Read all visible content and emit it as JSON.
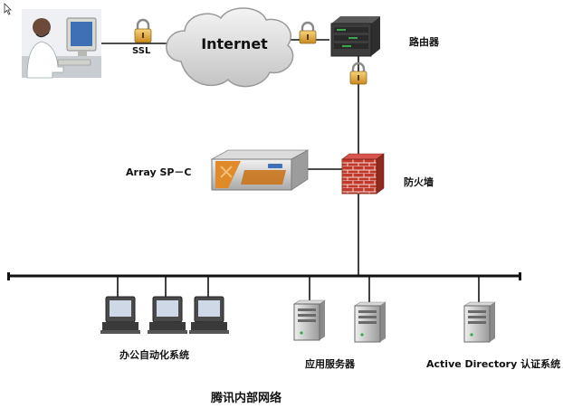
{
  "labels": {
    "ssl": "SSL",
    "internet": "Internet",
    "router": "路由器",
    "array": "Array SP－C",
    "firewall": "防火墙",
    "office": "办公自动化系统",
    "app_server": "应用服务器",
    "ad": "Active Directory 认证系统",
    "network": "腾讯内部网络"
  },
  "icons": {
    "user": "remote-user-icon",
    "cloud": "internet-cloud-icon",
    "router": "router-icon",
    "lock": "padlock-icon",
    "appliance": "array-appliance-icon",
    "firewall": "firewall-icon",
    "workstation": "workstation-icon",
    "server": "server-tower-icon"
  },
  "colors": {
    "line": "#111111",
    "firewall_brick": "#c0392b",
    "appliance_orange": "#e08a2a",
    "router_green": "#3aa84a",
    "cloud_fill": "#d9d9d9"
  }
}
